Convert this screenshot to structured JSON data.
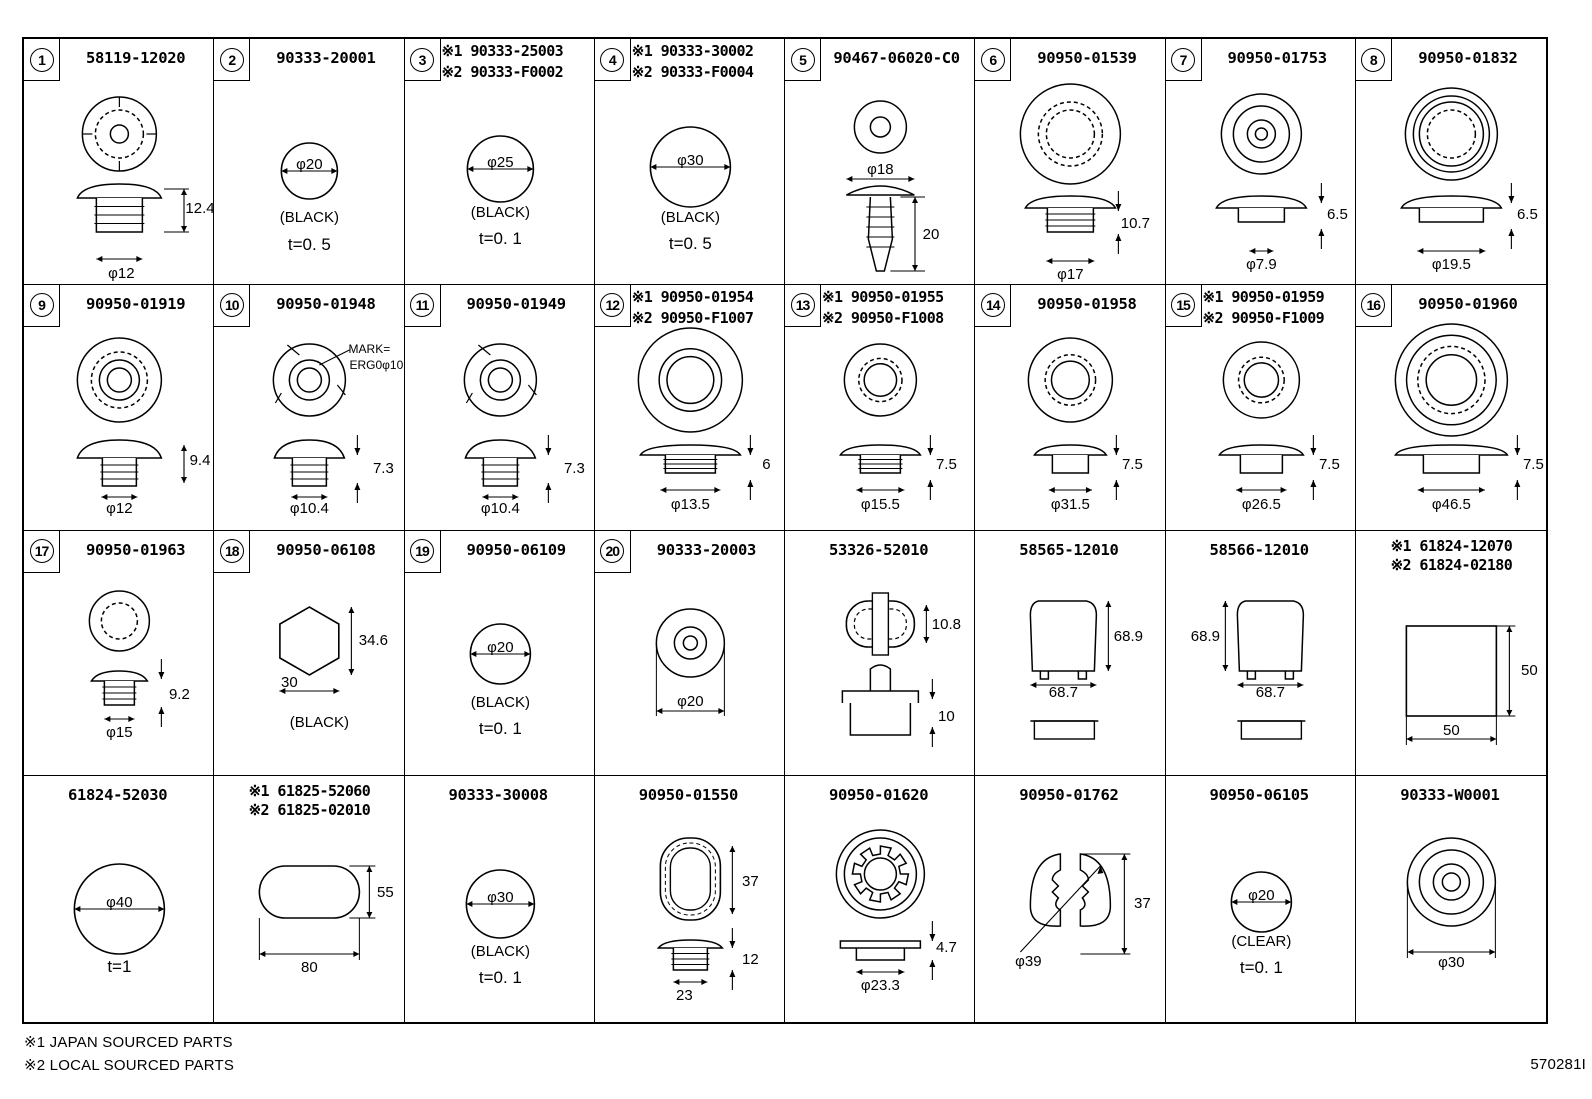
{
  "cells": [
    {
      "num": "1",
      "parts": [
        "58119-12020"
      ],
      "dims": {
        "h": "12.4",
        "d": "φ12"
      }
    },
    {
      "num": "2",
      "parts": [
        "90333-20001"
      ],
      "dims": {
        "d": "φ20",
        "note": "(BLACK)",
        "t": "t=0. 5"
      }
    },
    {
      "num": "3",
      "parts": [
        "※1 90333-25003",
        "※2 90333-F0002"
      ],
      "dims": {
        "d": "φ25",
        "note": "(BLACK)",
        "t": "t=0. 1"
      }
    },
    {
      "num": "4",
      "parts": [
        "※1 90333-30002",
        "※2 90333-F0004"
      ],
      "dims": {
        "d": "φ30",
        "note": "(BLACK)",
        "t": "t=0. 5"
      }
    },
    {
      "num": "5",
      "parts": [
        "90467-06020-C0"
      ],
      "dims": {
        "d": "φ18",
        "h": "20"
      }
    },
    {
      "num": "6",
      "parts": [
        "90950-01539"
      ],
      "dims": {
        "h": "10.7",
        "d": "φ17"
      }
    },
    {
      "num": "7",
      "parts": [
        "90950-01753"
      ],
      "dims": {
        "h": "6.5",
        "d": "φ7.9"
      }
    },
    {
      "num": "8",
      "parts": [
        "90950-01832"
      ],
      "dims": {
        "h": "6.5",
        "d": "φ19.5"
      }
    },
    {
      "num": "9",
      "parts": [
        "90950-01919"
      ],
      "dims": {
        "h": "9.4",
        "d": "φ12"
      }
    },
    {
      "num": "10",
      "parts": [
        "90950-01948"
      ],
      "dims": {
        "h": "7.3",
        "d": "φ10.4",
        "mark1": "MARK=",
        "mark2": "ERG0φ10"
      }
    },
    {
      "num": "11",
      "parts": [
        "90950-01949"
      ],
      "dims": {
        "h": "7.3",
        "d": "φ10.4"
      }
    },
    {
      "num": "12",
      "parts": [
        "※1 90950-01954",
        "※2 90950-F1007"
      ],
      "dims": {
        "h": "6",
        "d": "φ13.5"
      }
    },
    {
      "num": "13",
      "parts": [
        "※1 90950-01955",
        "※2 90950-F1008"
      ],
      "dims": {
        "h": "7.5",
        "d": "φ15.5"
      }
    },
    {
      "num": "14",
      "parts": [
        "90950-01958"
      ],
      "dims": {
        "h": "7.5",
        "d": "φ31.5"
      }
    },
    {
      "num": "15",
      "parts": [
        "※1 90950-01959",
        "※2 90950-F1009"
      ],
      "dims": {
        "h": "7.5",
        "d": "φ26.5"
      }
    },
    {
      "num": "16",
      "parts": [
        "90950-01960"
      ],
      "dims": {
        "h": "7.5",
        "d": "φ46.5"
      }
    },
    {
      "num": "17",
      "parts": [
        "90950-01963"
      ],
      "dims": {
        "h": "9.2",
        "d": "φ15"
      }
    },
    {
      "num": "18",
      "parts": [
        "90950-06108"
      ],
      "dims": {
        "h": "34.6",
        "w": "30",
        "note": "(BLACK)"
      }
    },
    {
      "num": "19",
      "parts": [
        "90950-06109"
      ],
      "dims": {
        "d": "φ20",
        "note": "(BLACK)",
        "t": "t=0. 1"
      }
    },
    {
      "num": "20",
      "parts": [
        "90333-20003"
      ],
      "dims": {
        "d": "φ20"
      }
    },
    {
      "num": "",
      "parts": [
        "53326-52010"
      ],
      "dims": {
        "h": "10.8",
        "h2": "10"
      }
    },
    {
      "num": "",
      "parts": [
        "58565-12010"
      ],
      "dims": {
        "h": "68.9",
        "w": "68.7"
      }
    },
    {
      "num": "",
      "parts": [
        "58566-12010"
      ],
      "dims": {
        "h": "68.9",
        "w": "68.7"
      }
    },
    {
      "num": "",
      "parts": [
        "※1 61824-12070",
        "※2 61824-02180"
      ],
      "dims": {
        "h": "50",
        "w": "50"
      }
    },
    {
      "num": "",
      "parts": [
        "61824-52030"
      ],
      "dims": {
        "d": "φ40",
        "t": "t=1"
      }
    },
    {
      "num": "",
      "parts": [
        "※1 61825-52060",
        "※2 61825-02010"
      ],
      "dims": {
        "h": "55",
        "w": "80"
      }
    },
    {
      "num": "",
      "parts": [
        "90333-30008"
      ],
      "dims": {
        "d": "φ30",
        "note": "(BLACK)",
        "t": "t=0. 1"
      }
    },
    {
      "num": "",
      "parts": [
        "90950-01550"
      ],
      "dims": {
        "h": "37",
        "h2": "12",
        "w": "23"
      }
    },
    {
      "num": "",
      "parts": [
        "90950-01620"
      ],
      "dims": {
        "h": "4.7",
        "d": "φ23.3"
      }
    },
    {
      "num": "",
      "parts": [
        "90950-01762"
      ],
      "dims": {
        "h": "37",
        "d": "φ39"
      }
    },
    {
      "num": "",
      "parts": [
        "90950-06105"
      ],
      "dims": {
        "d": "φ20",
        "note": "(CLEAR)",
        "t": "t=0. 1"
      }
    },
    {
      "num": "",
      "parts": [
        "90333-W0001"
      ],
      "dims": {
        "d": "φ30"
      }
    }
  ],
  "footer": {
    "note1": "※1 JAPAN SOURCED PARTS",
    "note2": "※2 LOCAL SOURCED PARTS",
    "code": "570281I"
  }
}
